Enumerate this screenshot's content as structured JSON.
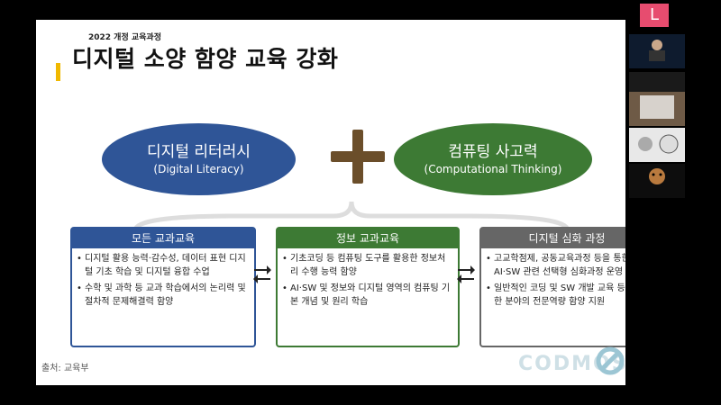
{
  "slide": {
    "kicker": "2022 개정 교육과정",
    "title": "디지털 소양 함양 교육 강화",
    "left_ellipse": {
      "main": "디지털 리터러시",
      "sub": "(Digital Literacy)"
    },
    "right_ellipse": {
      "main": "컴퓨팅 사고력",
      "sub": "(Computational Thinking)"
    },
    "cards": [
      {
        "header": "모든 교과교육",
        "items": [
          "디지털 활용 능력·감수성, 데이터 표현 디지털 기초 학습 및 디지털 융합 수업",
          "수학 및 과학 등 교과 학습에서의 논리력 및 절차적 문제해결력 함양"
        ]
      },
      {
        "header": "정보 교과교육",
        "items": [
          "기초코딩 등 컴퓨팅 도구를 활용한 정보처리 수행 능력 함양",
          "AI·SW 및 정보와 디지털 영역의 컴퓨팅 기본 개념 및 원리 학습"
        ]
      },
      {
        "header": "디지털 심화 과정",
        "items": [
          "고교학점제, 공동교육과정 등을 통한 AI·SW 관련 선택형 심화과정 운영",
          "일반적인 코딩 및 SW 개발 교육 등 다양한 분야의 전문역량 함양 지원"
        ]
      }
    ],
    "source": "출처: 교육부",
    "logo": "CODMOS"
  },
  "participants": {
    "avatar_letter": "L",
    "names": [
      "",
      "",
      "",
      "",
      "",
      ""
    ]
  },
  "colors": {
    "blue": "#2f5597",
    "green": "#3d7a34",
    "gray": "#666666",
    "plus": "#6b4e2a",
    "accent_bar": "#f0b800",
    "avatar": "#e74c6f"
  }
}
